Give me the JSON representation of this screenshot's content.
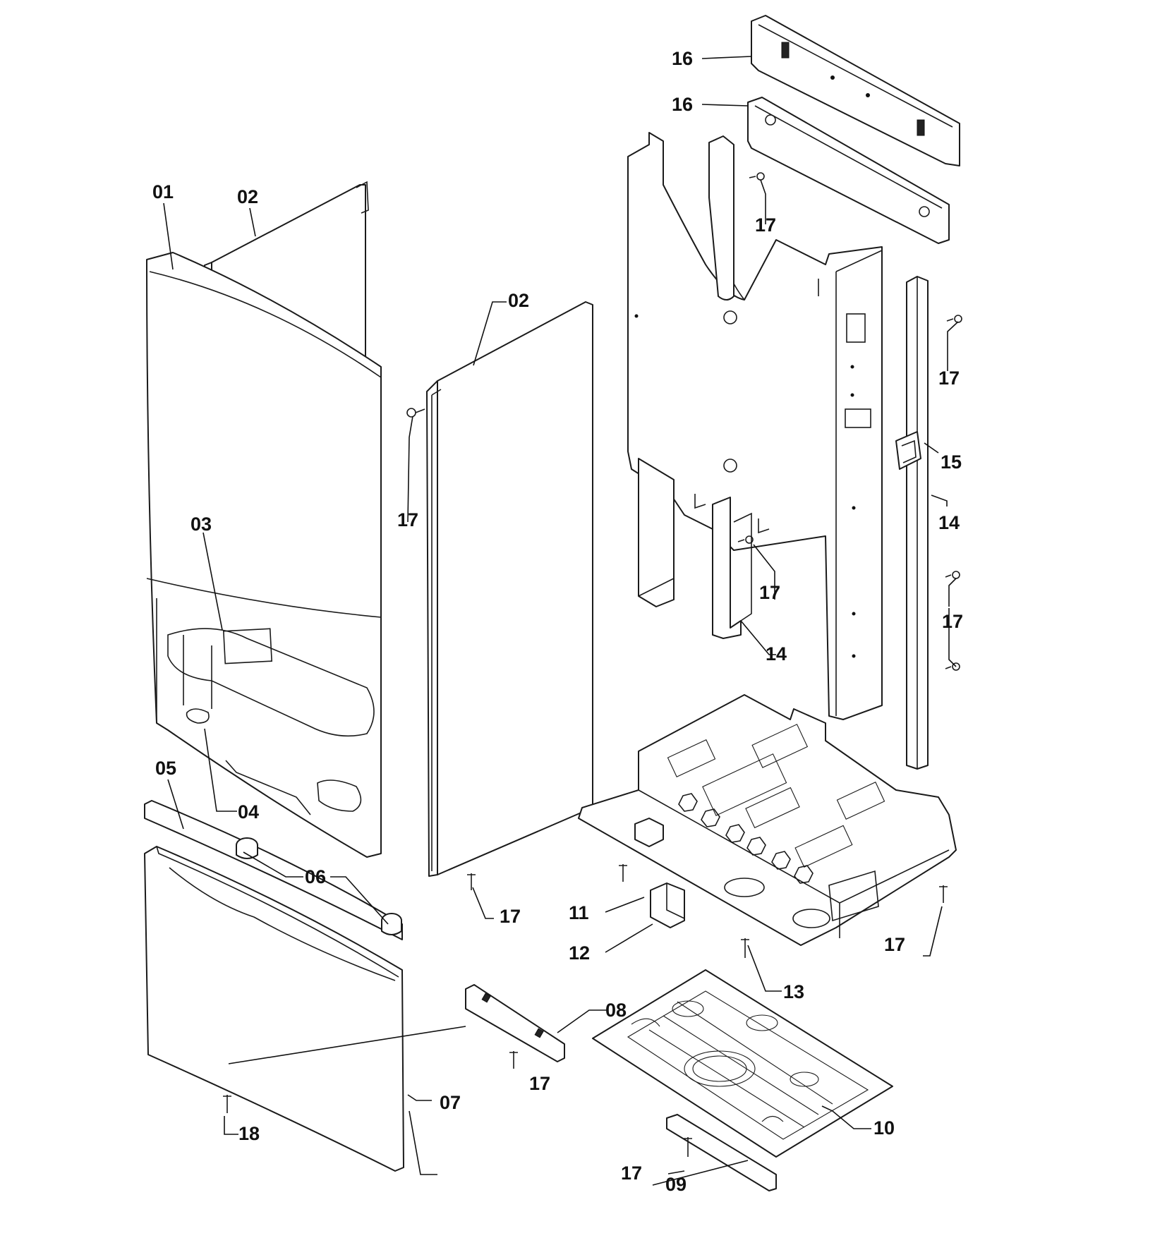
{
  "colors": {
    "background": "#ffffff",
    "line": "#1a1a1a"
  },
  "callouts": {
    "c01": "01",
    "c02a": "02",
    "c02b": "02",
    "c03": "03",
    "c04": "04",
    "c05": "05",
    "c06": "06",
    "c07": "07",
    "c08": "08",
    "c09": "09",
    "c10": "10",
    "c11": "11",
    "c12": "12",
    "c13": "13",
    "c14a": "14",
    "c14b": "14",
    "c15": "15",
    "c16a": "16",
    "c16b": "16",
    "c17a": "17",
    "c17b": "17",
    "c17c": "17",
    "c17d": "17",
    "c17e": "17",
    "c17f": "17",
    "c17g": "17",
    "c17h": "17",
    "c17i": "17",
    "c17j": "17",
    "c18": "18"
  }
}
